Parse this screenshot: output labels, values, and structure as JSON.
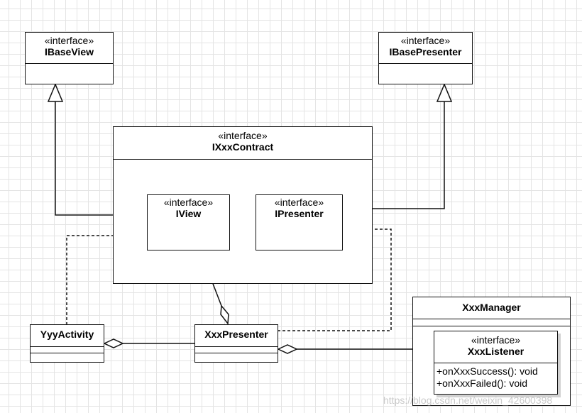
{
  "stereotype": "«interface»",
  "classes": {
    "ibaseview": {
      "name": "IBaseView"
    },
    "ibasepresenter": {
      "name": "IBasePresenter"
    },
    "ixxxcontract": {
      "name": "IXxxContract"
    },
    "iview": {
      "name": "IView"
    },
    "ipresenter": {
      "name": "IPresenter"
    },
    "yyyactivity": {
      "name": "YyyActivity"
    },
    "xxxpresenter": {
      "name": "XxxPresenter"
    },
    "xxxmanager": {
      "name": "XxxManager"
    },
    "xxxlistener": {
      "name": "XxxListener",
      "operations": [
        "+onXxxSuccess(): void",
        "+onXxxFailed(): void"
      ]
    }
  },
  "watermark": "https://blog.csdn.net/weixin_42600398",
  "colors": {
    "line": "#111111",
    "grid": "#e4e4e4",
    "background": "#ffffff"
  }
}
